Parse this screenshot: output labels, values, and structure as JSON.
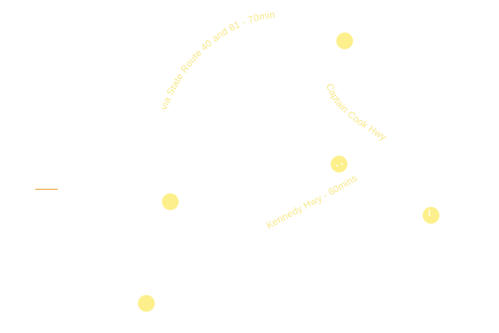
{
  "map": {
    "colors": {
      "background": "#ffffff",
      "marker": "#fdf08c",
      "marker_glyph": "#ffffff",
      "label": "#f7e88a",
      "accent_dash": "#f0a43a"
    },
    "route_labels": {
      "route_1": "via State Route 40 and 81 - 70mins",
      "route_2": "Captain Cook Hwy",
      "route_3": "Kennedy Hwy - 60mins"
    },
    "markers": [
      {
        "id": "marker-1",
        "icon": "location-dot"
      },
      {
        "id": "marker-2",
        "icon": "location-dot"
      },
      {
        "id": "marker-3",
        "icon": "location-dot"
      },
      {
        "id": "marker-4",
        "icon": "location-dot"
      },
      {
        "id": "marker-5",
        "icon": "location-dot"
      }
    ]
  }
}
